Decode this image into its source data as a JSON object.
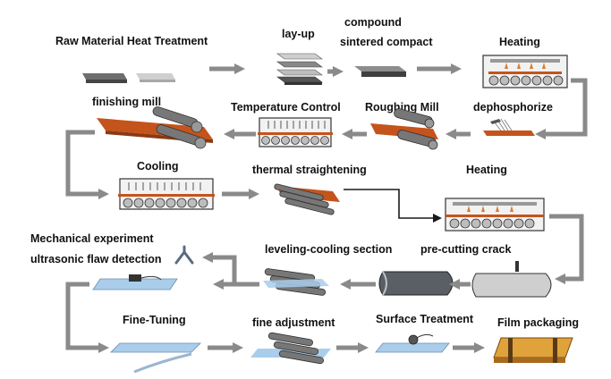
{
  "steps": {
    "raw_material": "Raw Material Heat Treatment",
    "lay_up": "lay-up",
    "compound_1": "compound",
    "compound_2": "sintered compact",
    "heating_1": "Heating",
    "finishing_mill": "finishing mill",
    "temperature_control": "Temperature Control",
    "roughing_mill": "Roughing Mill",
    "dephosphorize": "dephosphorize",
    "cooling": "Cooling",
    "thermal_straightening": "thermal straightening",
    "heating_2": "Heating",
    "mechanical_1": "Mechanical experiment",
    "mechanical_2": "ultrasonic flaw detection",
    "leveling_cooling": "leveling-cooling section",
    "pre_cutting": "pre-cutting crack",
    "fine_tuning": "Fine-Tuning",
    "fine_adjustment": "fine adjustment",
    "surface_treatment": "Surface Treatment",
    "film_packaging": "Film packaging"
  },
  "colors": {
    "arrow": "#8a8a8a",
    "steel_plate": "#c4541c",
    "blue_sheet": "#a9cdea",
    "flame": "#e07a2a",
    "package": "#e0a23a"
  }
}
